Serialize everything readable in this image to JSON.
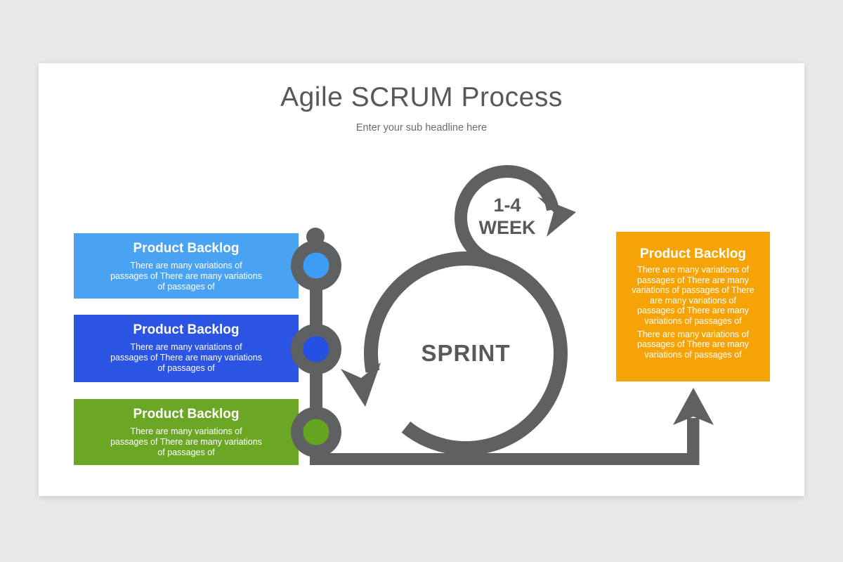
{
  "page": {
    "background_color": "#e8e7e9",
    "slide_background_color": "#ffffff"
  },
  "header": {
    "title": "Agile SCRUM Process",
    "subtitle": "Enter your sub headline here"
  },
  "left_items": [
    {
      "title": "Product Backlog",
      "body": "There are many variations of passages of There are many variations of passages of",
      "color": "#4aa3f2",
      "node_color": "#3d9cf4"
    },
    {
      "title": "Product Backlog",
      "body": "There are many variations of passages of There are many variations of passages of",
      "color": "#2a54e1",
      "node_color": "#2450e4"
    },
    {
      "title": "Product Backlog",
      "body": "There are many variations of passages of There are many variations of passages of",
      "color": "#6ba625",
      "node_color": "#66a51f"
    }
  ],
  "right_item": {
    "title": "Product Backlog",
    "body_paragraph_1": "There are many variations of passages of There are many variations of passages of There are many variations of passages of There are many variations of passages of",
    "body_paragraph_2": "There are many variations of passages of There are many variations of passages of",
    "color": "#f6a405"
  },
  "diagram": {
    "sprint_label": "SPRINT",
    "week_label_line_1": "1-4",
    "week_label_line_2": "WEEK",
    "stroke_color": "#5f6061",
    "label_color": "#58595b"
  }
}
